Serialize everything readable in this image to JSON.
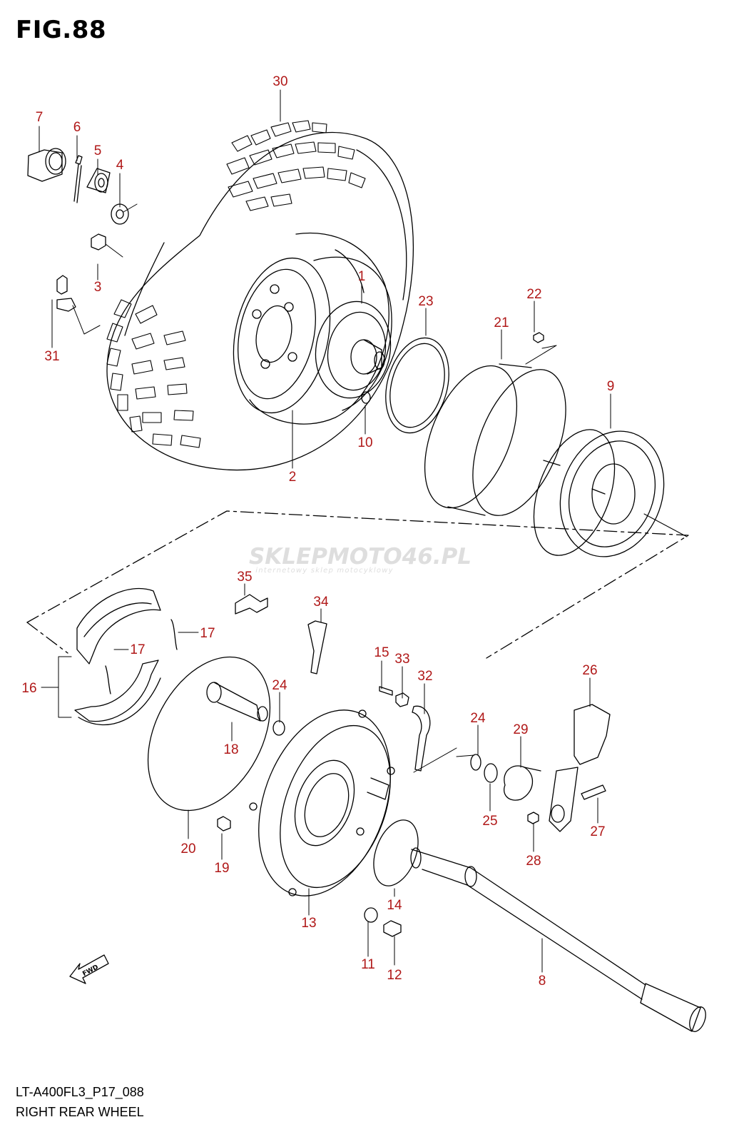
{
  "figure_title": "FIG.88",
  "footer": {
    "model_code": "LT-A400FL3_P17_088",
    "section_name": "RIGHT REAR WHEEL"
  },
  "watermark": {
    "brand": "SKLEPMOTO46.PL",
    "tagline": "internetowy sklep motocyklowy"
  },
  "direction_badge": "FWD",
  "colors": {
    "label": "#b01818",
    "line": "#000000",
    "watermark_gray": "#c9c9c9",
    "watermark_accent": "#e38b8b"
  },
  "callouts": [
    "30",
    "7",
    "6",
    "5",
    "4",
    "3",
    "31",
    "1",
    "23",
    "22",
    "21",
    "9",
    "10",
    "2",
    "35",
    "34",
    "17",
    "17",
    "16",
    "15",
    "33",
    "32",
    "24",
    "26",
    "18",
    "24",
    "29",
    "20",
    "25",
    "27",
    "28",
    "19",
    "14",
    "13",
    "11",
    "12",
    "8"
  ]
}
